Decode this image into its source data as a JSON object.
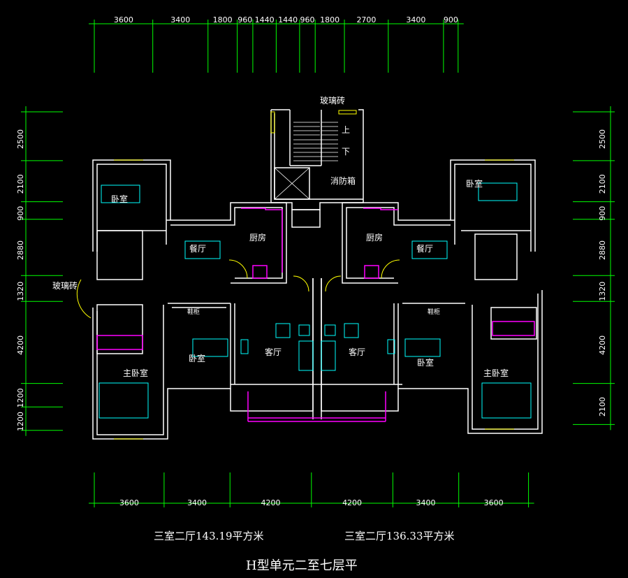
{
  "dims": {
    "top": [
      "3600",
      "3400",
      "1800",
      "960",
      "1440",
      "1440",
      "960",
      "1800",
      "2700",
      "3400",
      "900"
    ],
    "bottom": [
      "3600",
      "3400",
      "4200",
      "4200",
      "3400",
      "3600"
    ],
    "left": [
      "2500",
      "2100",
      "900",
      "2880",
      "1320",
      "4200",
      "1200",
      "1200"
    ],
    "right": [
      "2500",
      "2100",
      "900",
      "2880",
      "1320",
      "4200",
      "2100"
    ]
  },
  "labels": {
    "glass_brick_top": "玻璃砖",
    "glass_brick_left": "玻璃砖",
    "up": "上",
    "down": "下",
    "fire_box": "消防箱",
    "bedroom_nw": "卧室",
    "bedroom_ne": "卧室",
    "dining_left": "餐厅",
    "dining_right": "餐厅",
    "kitchen_left": "厨房",
    "kitchen_right": "厨房",
    "living_left": "客厅",
    "living_right": "客厅",
    "bedroom_sw": "卧室",
    "bedroom_se": "卧室",
    "master_left": "主卧室",
    "master_right": "主卧室",
    "shoe_left": "鞋柜",
    "shoe_right": "鞋柜"
  },
  "captions": {
    "left_unit": "三室二厅143.19平方米",
    "right_unit": "三室二厅136.33平方米",
    "title": "H型单元二至七层平"
  },
  "colors": {
    "dimension": "#00ff00",
    "wall": "#ffffff",
    "furniture": "#00ffff",
    "fixture": "#ff00ff",
    "door": "#ffff00"
  }
}
